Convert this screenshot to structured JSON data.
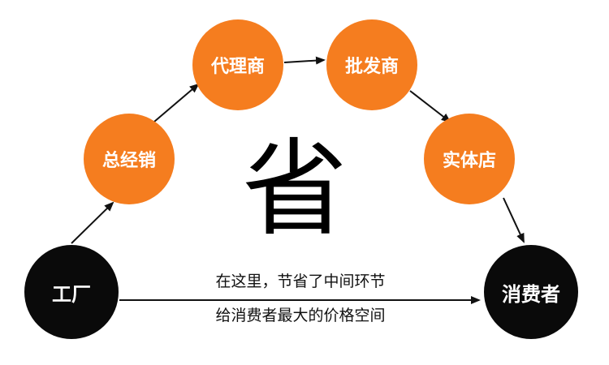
{
  "nodes": {
    "factory": "工厂",
    "general_distributor": "总经销",
    "agent": "代理商",
    "wholesaler": "批发商",
    "retail_store": "实体店",
    "consumer": "消费者"
  },
  "center_char": "省",
  "captions": {
    "line1": "在这里，节省了中间环节",
    "line2": "给消费者最大的价格空间"
  },
  "colors": {
    "node_orange": "#f57d1f",
    "node_black": "#0a0a0a",
    "arrow": "#111111"
  }
}
